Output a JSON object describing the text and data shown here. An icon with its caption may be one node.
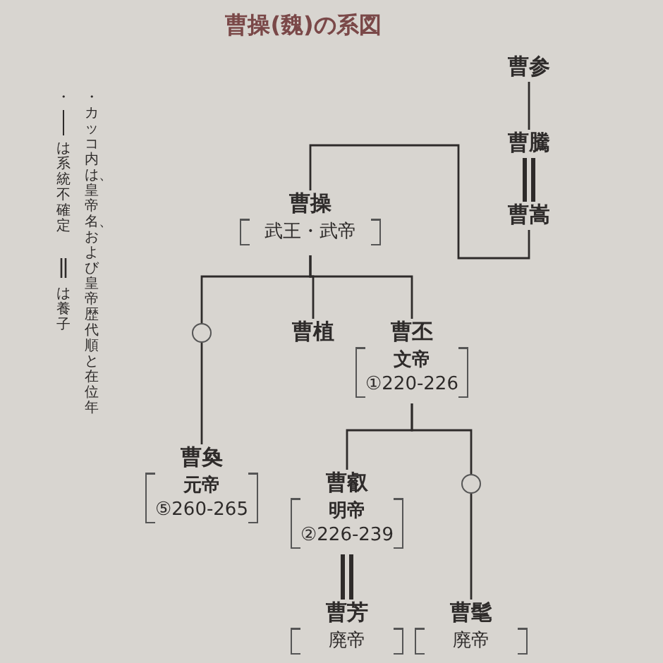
{
  "diagram": {
    "title": "曹操(魏)の系図",
    "nodes": [
      {
        "text": [
          "曹参"
        ]
      },
      {
        "text": [
          "曹騰"
        ]
      },
      {
        "text": [
          "曹嵩"
        ]
      },
      {
        "text": [
          "曹操",
          "武王・武帝"
        ]
      },
      {
        "text": [],
        "shape": "circle"
      },
      {
        "text": [
          "曹植"
        ]
      },
      {
        "text": [
          "曹丕",
          "文帝",
          "①220-226"
        ]
      },
      {
        "text": [
          "曹奐",
          "元帝",
          "⑤260-265"
        ]
      },
      {
        "text": [
          "曹叡",
          "明帝",
          "②226-239"
        ]
      },
      {
        "text": [],
        "shape": "circle"
      },
      {
        "text": [
          "曹芳",
          "廃帝"
        ]
      },
      {
        "text": [
          "曹髦",
          "廃帝"
        ]
      }
    ],
    "edges": [
      {
        "from": 0,
        "to": 1,
        "arrow": "none"
      },
      {
        "from": 1,
        "to": 2,
        "arrow": "none",
        "style": "thick"
      },
      {
        "from": 2,
        "to": 3,
        "arrow": "none"
      },
      {
        "from": 3,
        "to": 4,
        "arrow": "none"
      },
      {
        "from": 3,
        "to": 5,
        "arrow": "none"
      },
      {
        "from": 3,
        "to": 6,
        "arrow": "none"
      },
      {
        "from": 4,
        "to": 7,
        "arrow": "none"
      },
      {
        "from": 6,
        "to": 8,
        "arrow": "none"
      },
      {
        "from": 6,
        "to": 9,
        "arrow": "none"
      },
      {
        "from": 8,
        "to": 10,
        "arrow": "none",
        "style": "thick"
      },
      {
        "from": 9,
        "to": 11,
        "arrow": "none"
      }
    ],
    "labels": [
      "・カッコ内は、皇帝名、および皇帝歴代順と在位年",
      "・"
    ],
    "legend": [
      {
        "text": "は系統不確定"
      },
      {
        "text": "は養子"
      }
    ]
  }
}
